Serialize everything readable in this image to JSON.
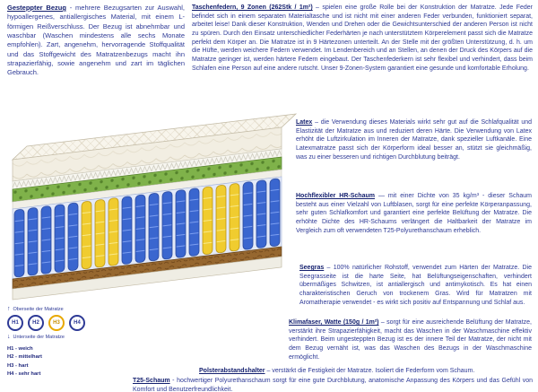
{
  "colors": {
    "body_text": "#2e3a96",
    "heading_text": "#14206f",
    "spring_blue": "#3a66cf",
    "spring_yellow": "#f0cc2f",
    "latex_green": "#7fb24a",
    "seagrass_brown": "#96672f",
    "zone_h3_accent": "#e8a800"
  },
  "sections": {
    "bezug": {
      "title": "Gesteppter Bezug",
      "body": " - mehrere Bezugsarten zur Auswahl, hypoallergenes, antiallergisches Material, mit einem L-förmigen Reißverschluss. Der Bezug ist abnehmbar und waschbar (Waschen mindestens alle sechs Monate empfohlen). Zart, angenehm, hervorragende Stoffqualität und das Stoffgewicht des Matratzenbezugs macht ihn strapazierfähig, sowie angenehm und zart im täglichen Gebrauch."
    },
    "taschenfedern": {
      "title": "Taschenfedern, 9 Zonen (262Stk / 1m²)",
      "body": " – spielen eine große Rolle bei der Konstruktion der Matratze. Jede Feder befindet sich in einem separaten Materialtasche und ist nicht mit einer anderen Feder verbunden, funktioniert separat, arbeitet leise! Dank dieser Konstruktion, Wenden und Drehen oder die Gewichtsunterschied der anderen Person ist nicht zu spüren. Durch den Einsatz unterschiedlicher Federhärten je nach unterstütztem Körperelement passt sich die Matratze perfekt dem Körper an. Die Matratze ist in 9 Härtezonen unterteilt. An der Stelle mit der größten Unterstützung, d. h. um die Hüfte, werden weichere Federn verwendet. Im Lendenbereich und an Stellen, an denen der Druck des Körpers auf die Matratze geringer ist, werden härtere Federn eingebaut. Der Taschenfederkern ist sehr flexibel und verhindert, dass beim Schlafen eine Person auf eine andere rutscht. Unser 9-Zonen-System garantiert eine gesunde und komfortable Erholung."
    },
    "latex": {
      "title": "Latex",
      "body": " – die Verwendung dieses Materials wirkt sehr gut auf die Schlafqualität und Elastizität der Matratze aus und reduziert deren Härte. Die Verwendung von Latex erhöht die Luftzirkulation im Inneren der Matratze, dank spezieller Luftkanäle. Eine Latexmatratze passt sich der Körperform ideal besser an, stützt sie gleichmäßig, was zu einer besseren und richtigen Durchblutung beiträgt."
    },
    "hr": {
      "title": "Hochflexibler HR-Schaum",
      "body": " — mit einer Dichte von 35 kg/m³ - dieser Schaum besteht aus einer Vielzahl von Luftblasen, sorgt für eine perfekte Körperanpassung, sehr guten Schlafkomfort und garantiert eine perfekte Belüftung der Matratze. Die erhöhte Dichte des HR-Schaums verlängert die Haltbarkeit der Matratze im Vergleich zum oft verwendeten T25-Polyurethanschaum erheblich."
    },
    "seegras": {
      "title": "Seegras",
      "body": " – 100% natürlicher Rohstoff, verwendet zum Härten der Matratze. Die Seegrasseite ist die harte Seite, hat Belüftungseigenschaften, verhindert übermäßiges Schwitzen, ist antiallergisch und antimykotisch. Es hat einen charakteristischen Geruch von trockenem Gras. Wird für Matratzen mit Aromatherapie verwendet - es wirkt sich positiv auf Entspannung und Schlaf aus."
    },
    "klima": {
      "title": "Klimafaser, Watte (150g / 1m²)",
      "body": " – sorgt für eine ausreichende Belüftung der Matratze, verstärkt ihre Strapazierfähigkeit, macht das Waschen in der Waschmaschine effektiv verhindert. Beim ungesteppten Bezug ist es der innere Teil der Matratze, der nicht mit dem Bezug vernäht ist, was das Waschen des Bezugs in der Waschmaschine ermöglicht."
    },
    "polster": {
      "title": "Polsterabstandshalter",
      "body": " – verstärkt die Festigkeit der Matratze. Isoliert die Federform vom Schaum."
    },
    "t25": {
      "title": "T25-Schaum",
      "body": " - hochwertiger Polyurethanschaum sorgt für eine gute Durchblutung, anatomische Anpassung des Körpers und das Gefühl von Komfort und Benutzerfreundlichkeit."
    }
  },
  "legend": {
    "top_label": "Oberseite der Matratze",
    "bottom_label": "Unterseite der Matratze",
    "up_arrow": "↑",
    "down_arrow": "↓",
    "zones": [
      "H1",
      "H2",
      "H3",
      "H4"
    ],
    "hardness_lines": [
      "H1 - weich",
      "H2 - mittelhart",
      "H3 - hart",
      "H4 - sehr hart"
    ]
  }
}
